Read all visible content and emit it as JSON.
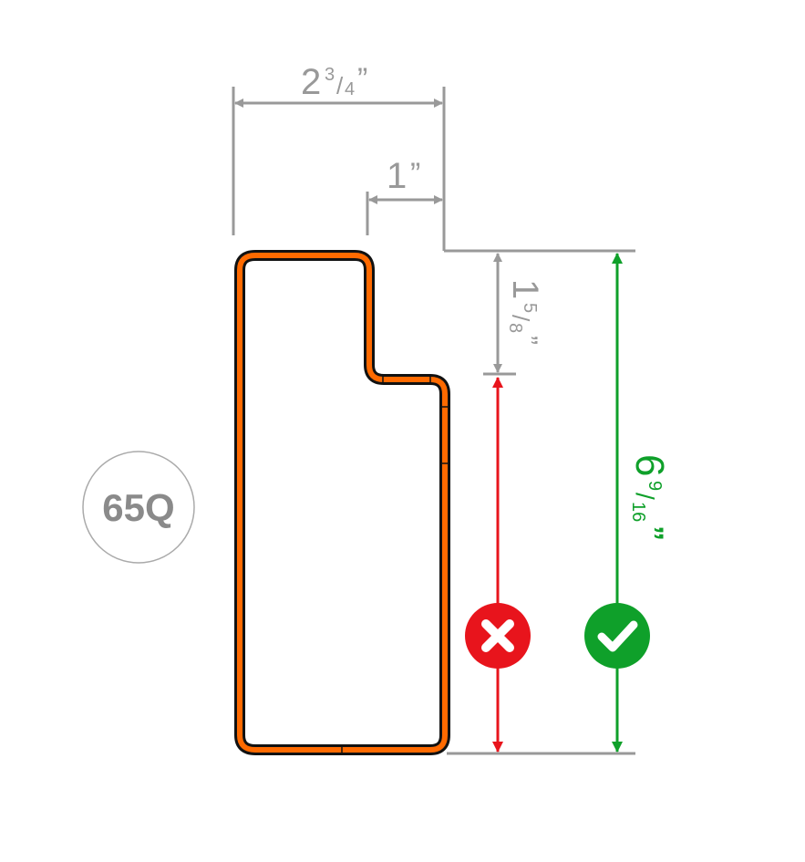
{
  "badge": {
    "label": "65Q"
  },
  "dimensions": {
    "overall_width": {
      "whole": "2",
      "num": "3",
      "den": "4",
      "unit": "”"
    },
    "rabbet_width": {
      "whole": "1",
      "unit": "”"
    },
    "rabbet_depth": {
      "whole": "1",
      "num": "5",
      "den": "8",
      "unit": "”"
    },
    "overall_depth": {
      "whole": "6",
      "num": "9",
      "den": "16",
      "unit": "”"
    }
  },
  "indicators": {
    "incorrect": "x-icon",
    "correct": "check-icon"
  },
  "colors": {
    "profile": "#ff6a00",
    "outline": "#111111",
    "dimension": "#999999",
    "incorrect": "#e8141c",
    "correct": "#0fa02a"
  }
}
